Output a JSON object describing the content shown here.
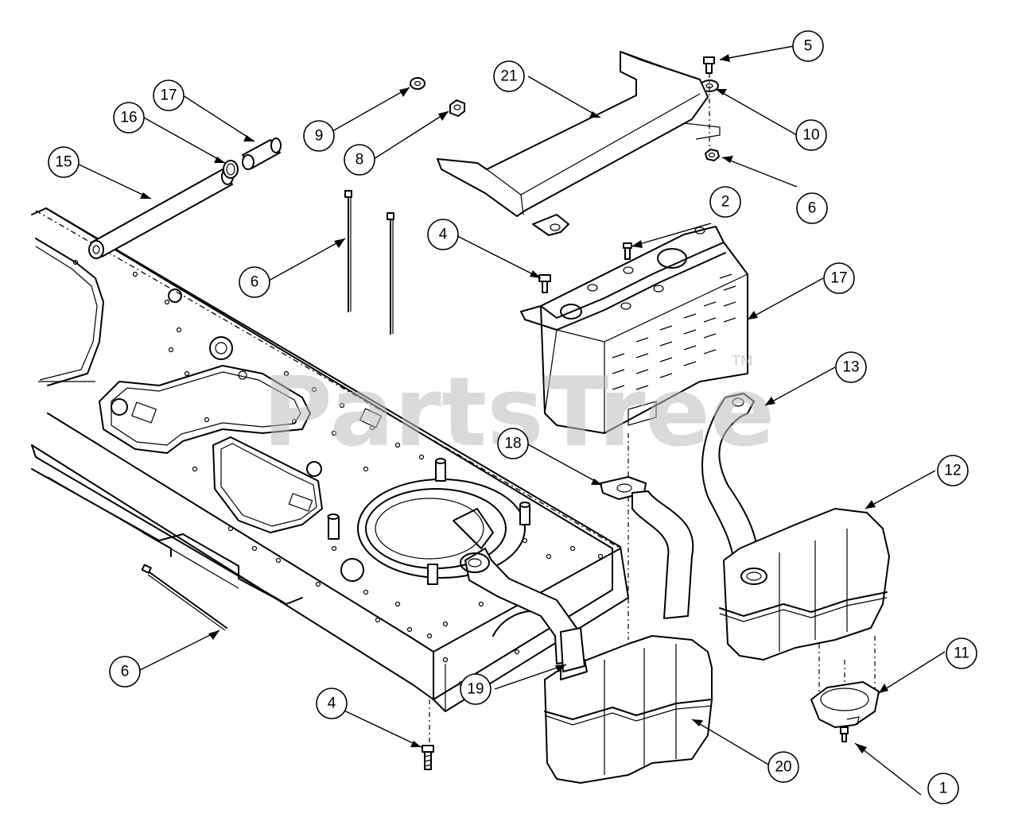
{
  "watermark": {
    "text": "PartsTree",
    "trademark": "TM"
  },
  "callouts": [
    {
      "id": "c1",
      "label": "1"
    },
    {
      "id": "c2",
      "label": "2"
    },
    {
      "id": "c4a",
      "label": "4"
    },
    {
      "id": "c4b",
      "label": "4"
    },
    {
      "id": "c5",
      "label": "5"
    },
    {
      "id": "c6a",
      "label": "6"
    },
    {
      "id": "c6b",
      "label": "6"
    },
    {
      "id": "c6c",
      "label": "6"
    },
    {
      "id": "c8",
      "label": "8"
    },
    {
      "id": "c9",
      "label": "9"
    },
    {
      "id": "c10",
      "label": "10"
    },
    {
      "id": "c11",
      "label": "11"
    },
    {
      "id": "c12",
      "label": "12"
    },
    {
      "id": "c13",
      "label": "13"
    },
    {
      "id": "c15",
      "label": "15"
    },
    {
      "id": "c16",
      "label": "16"
    },
    {
      "id": "c17a",
      "label": "17"
    },
    {
      "id": "c17b",
      "label": "17"
    },
    {
      "id": "c18",
      "label": "18"
    },
    {
      "id": "c19",
      "label": "19"
    },
    {
      "id": "c20",
      "label": "20"
    },
    {
      "id": "c21",
      "label": "21"
    }
  ]
}
